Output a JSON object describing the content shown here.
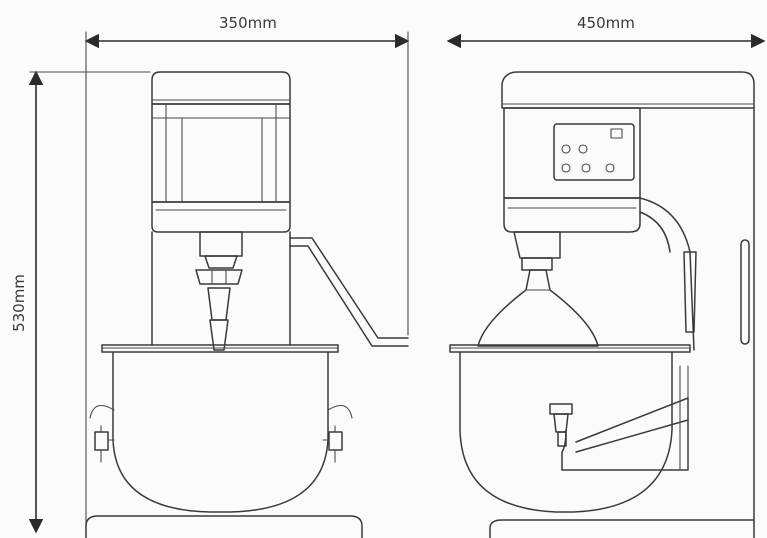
{
  "dimensions": {
    "width_front": "350mm",
    "width_side": "450mm",
    "height": "530mm"
  },
  "colors": {
    "background": "#fbfbfb",
    "ink": "#3a3a3a"
  }
}
